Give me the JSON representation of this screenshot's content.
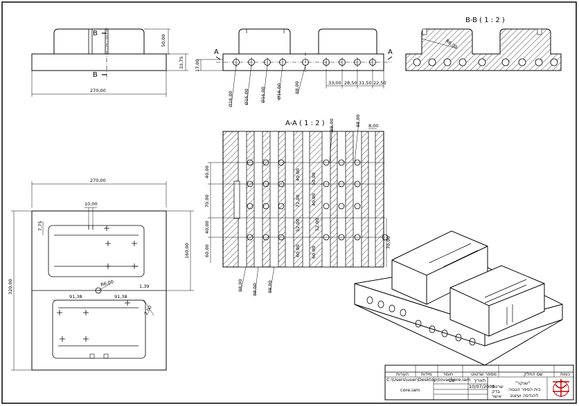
{
  "sheet": {
    "section_bb_title": "B-B ( 1 : 2 )",
    "section_aa_title": "A-A ( 1 : 2 )",
    "cut_label_a": "A",
    "cut_label_b": "B"
  },
  "front_view": {
    "dims": {
      "height_top": "50,00",
      "height_base": "33,75",
      "width": "270,00"
    }
  },
  "side_view": {
    "dims": {
      "base_thk": "17,00",
      "hole_diams": [
        "Ø16,00",
        "Ø16,00",
        "Ø16,00",
        "Ø16,00"
      ],
      "hole_depth": "88,00",
      "spacings": [
        "33,00",
        "28,50",
        "31,50",
        "22,50"
      ]
    }
  },
  "top_view": {
    "dims": {
      "total_width": "270,00",
      "total_height": "320,00",
      "inner_height": "160,00",
      "slot_width": "10,00",
      "slot_offset": "7,75",
      "radius": "R6,00",
      "gap": "1,39",
      "half_width_left": "91,38",
      "half_width_right": "91,38",
      "corner": "2,00"
    }
  },
  "section_aa": {
    "dims_top": [
      "88,00",
      "88,00",
      "8,00"
    ],
    "dims_left": [
      "40,00",
      "70,00",
      "40,00",
      "60,00"
    ],
    "dims_bottom": [
      "88,00",
      "88,00",
      "88,00"
    ],
    "dims_inner": [
      "40,00",
      "72,00",
      "50,00",
      "40,00",
      "52,00",
      "60,00",
      "52,00",
      "60,00"
    ],
    "dim_right": "70,00"
  },
  "title_block": {
    "header_cells": [
      "כמות",
      "שם החלק",
      "מספר שרטוט",
      "חומר",
      "מידות",
      "הערות"
    ],
    "path": "C:\\Users\\user\\Desktop\\tovachore.iam",
    "file": "core.iam",
    "date_label": "תאריך",
    "name_label": "שם",
    "date": "10/07/2008",
    "role_drawn": "שרטט",
    "role_checked": "בדק",
    "role_approved": "אישר",
    "school_line1": "\"שנקר\"",
    "school_line2": "בית הספר הגבוה",
    "school_line3": "להנדסה ועיצוב"
  }
}
